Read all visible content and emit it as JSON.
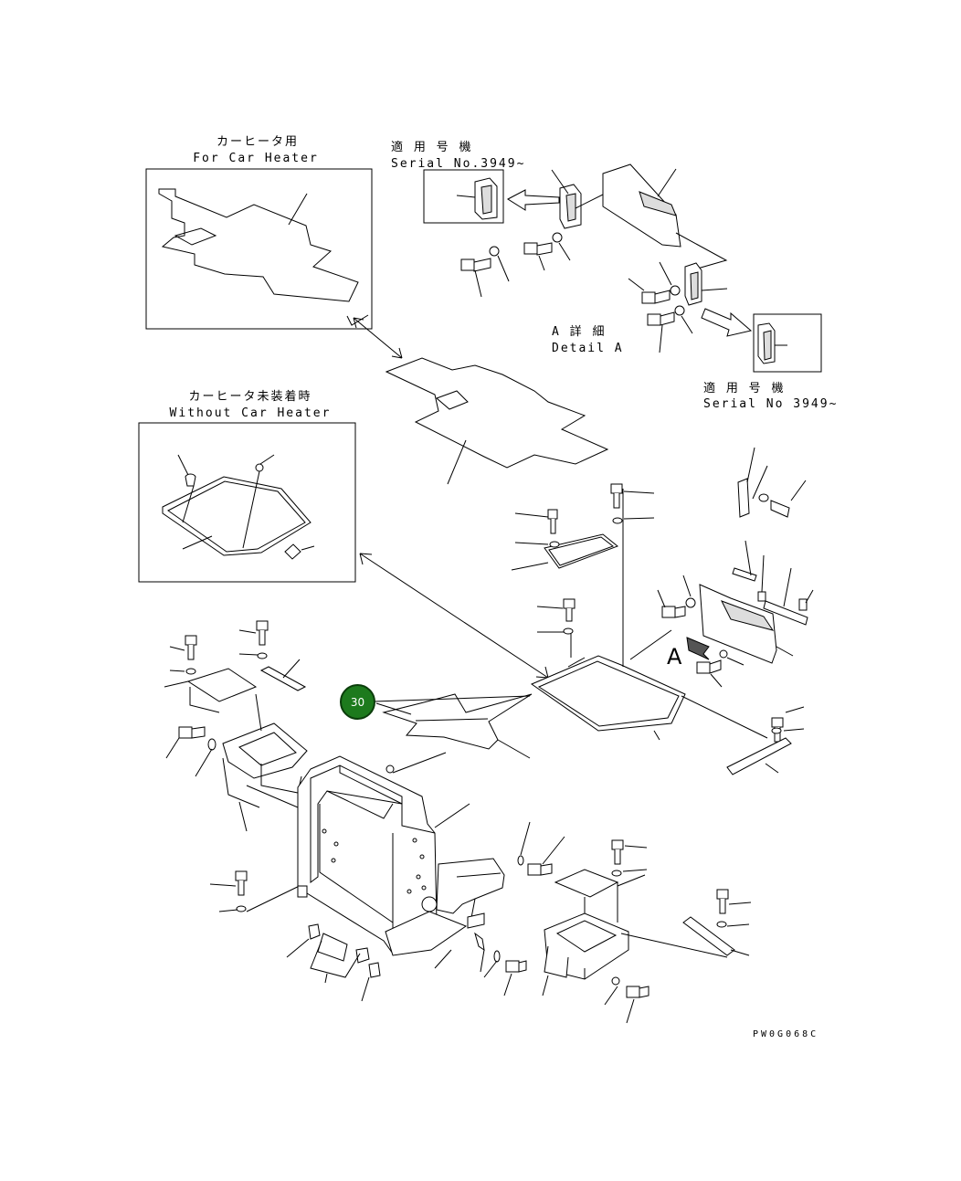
{
  "callouts": {
    "for_car_heater_jp": "カーヒータ用",
    "for_car_heater_en": "For Car Heater",
    "without_car_heater_jp": "カーヒータ未装着時",
    "without_car_heater_en": "Without Car Heater",
    "serial_top_jp": "適 用 号 機",
    "serial_top_en": "Serial No.3949~",
    "detail_a_jp": "A 詳 細",
    "detail_a_en": "Detail A",
    "serial_right_jp": "適 用 号 機",
    "serial_right_en": "Serial No 3949~",
    "view_marker": "A"
  },
  "part_badge": {
    "label": "30",
    "color": "#1d7a1d"
  },
  "drawing_code": "PW0G068C"
}
